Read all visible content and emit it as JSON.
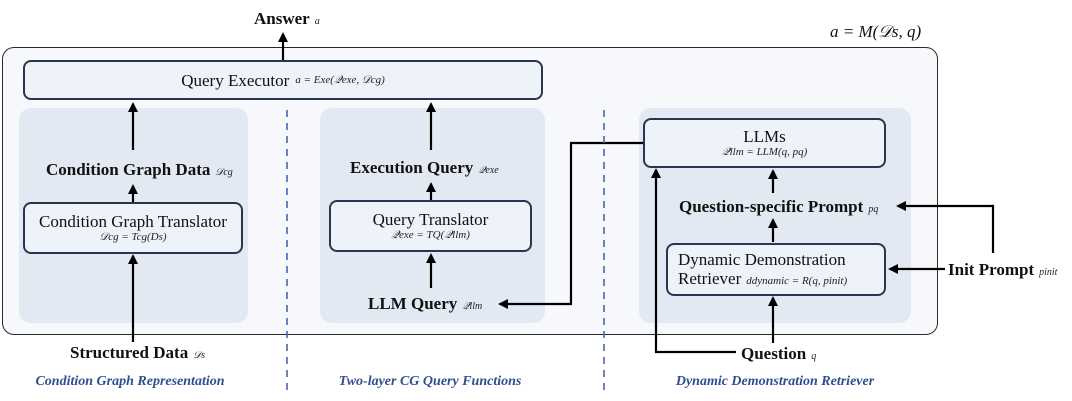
{
  "answer": {
    "label": "Answer",
    "symbol": "a"
  },
  "global_formula": "a = M(𝒟s, q)",
  "executor": {
    "label": "Query Executor",
    "formula": "a = Exe(𝒬exe, 𝒟cg)"
  },
  "left": {
    "data_label": "Condition Graph Data",
    "data_symbol": "𝒟cg",
    "translator": {
      "label": "Condition Graph Translator",
      "formula": "𝒟cg = Tcg(Ds)"
    },
    "input_label": "Structured Data",
    "input_symbol": "𝒟s",
    "caption": "Condition Graph Representation"
  },
  "middle": {
    "data_label": "Execution Query",
    "data_symbol": "𝒬exe",
    "translator": {
      "label": "Query Translator",
      "formula": "𝒬exe = TQ(𝒬llm)"
    },
    "input_label": "LLM Query",
    "input_symbol": "𝒬llm",
    "caption": "Two-layer CG Query Functions"
  },
  "right": {
    "llm": {
      "label": "LLMs",
      "formula": "𝒬llm = LLM(q, pq)"
    },
    "prompt_label": "Question-specific Prompt",
    "prompt_symbol": "pq",
    "retriever": {
      "label_line1": "Dynamic Demonstration",
      "label_line2": "Retriever",
      "formula": "ddynamic = R(q, pinit)"
    },
    "init_label": "Init Prompt",
    "init_symbol": "pinit",
    "question_label": "Question",
    "question_symbol": "q",
    "caption": "Dynamic Demonstration Retriever"
  },
  "colors": {
    "arrow": "#000000",
    "dashed": "#4a64b0",
    "box_border": "#2b3550",
    "panel": "#e3e9f3",
    "caption": "#2e4f8f"
  }
}
